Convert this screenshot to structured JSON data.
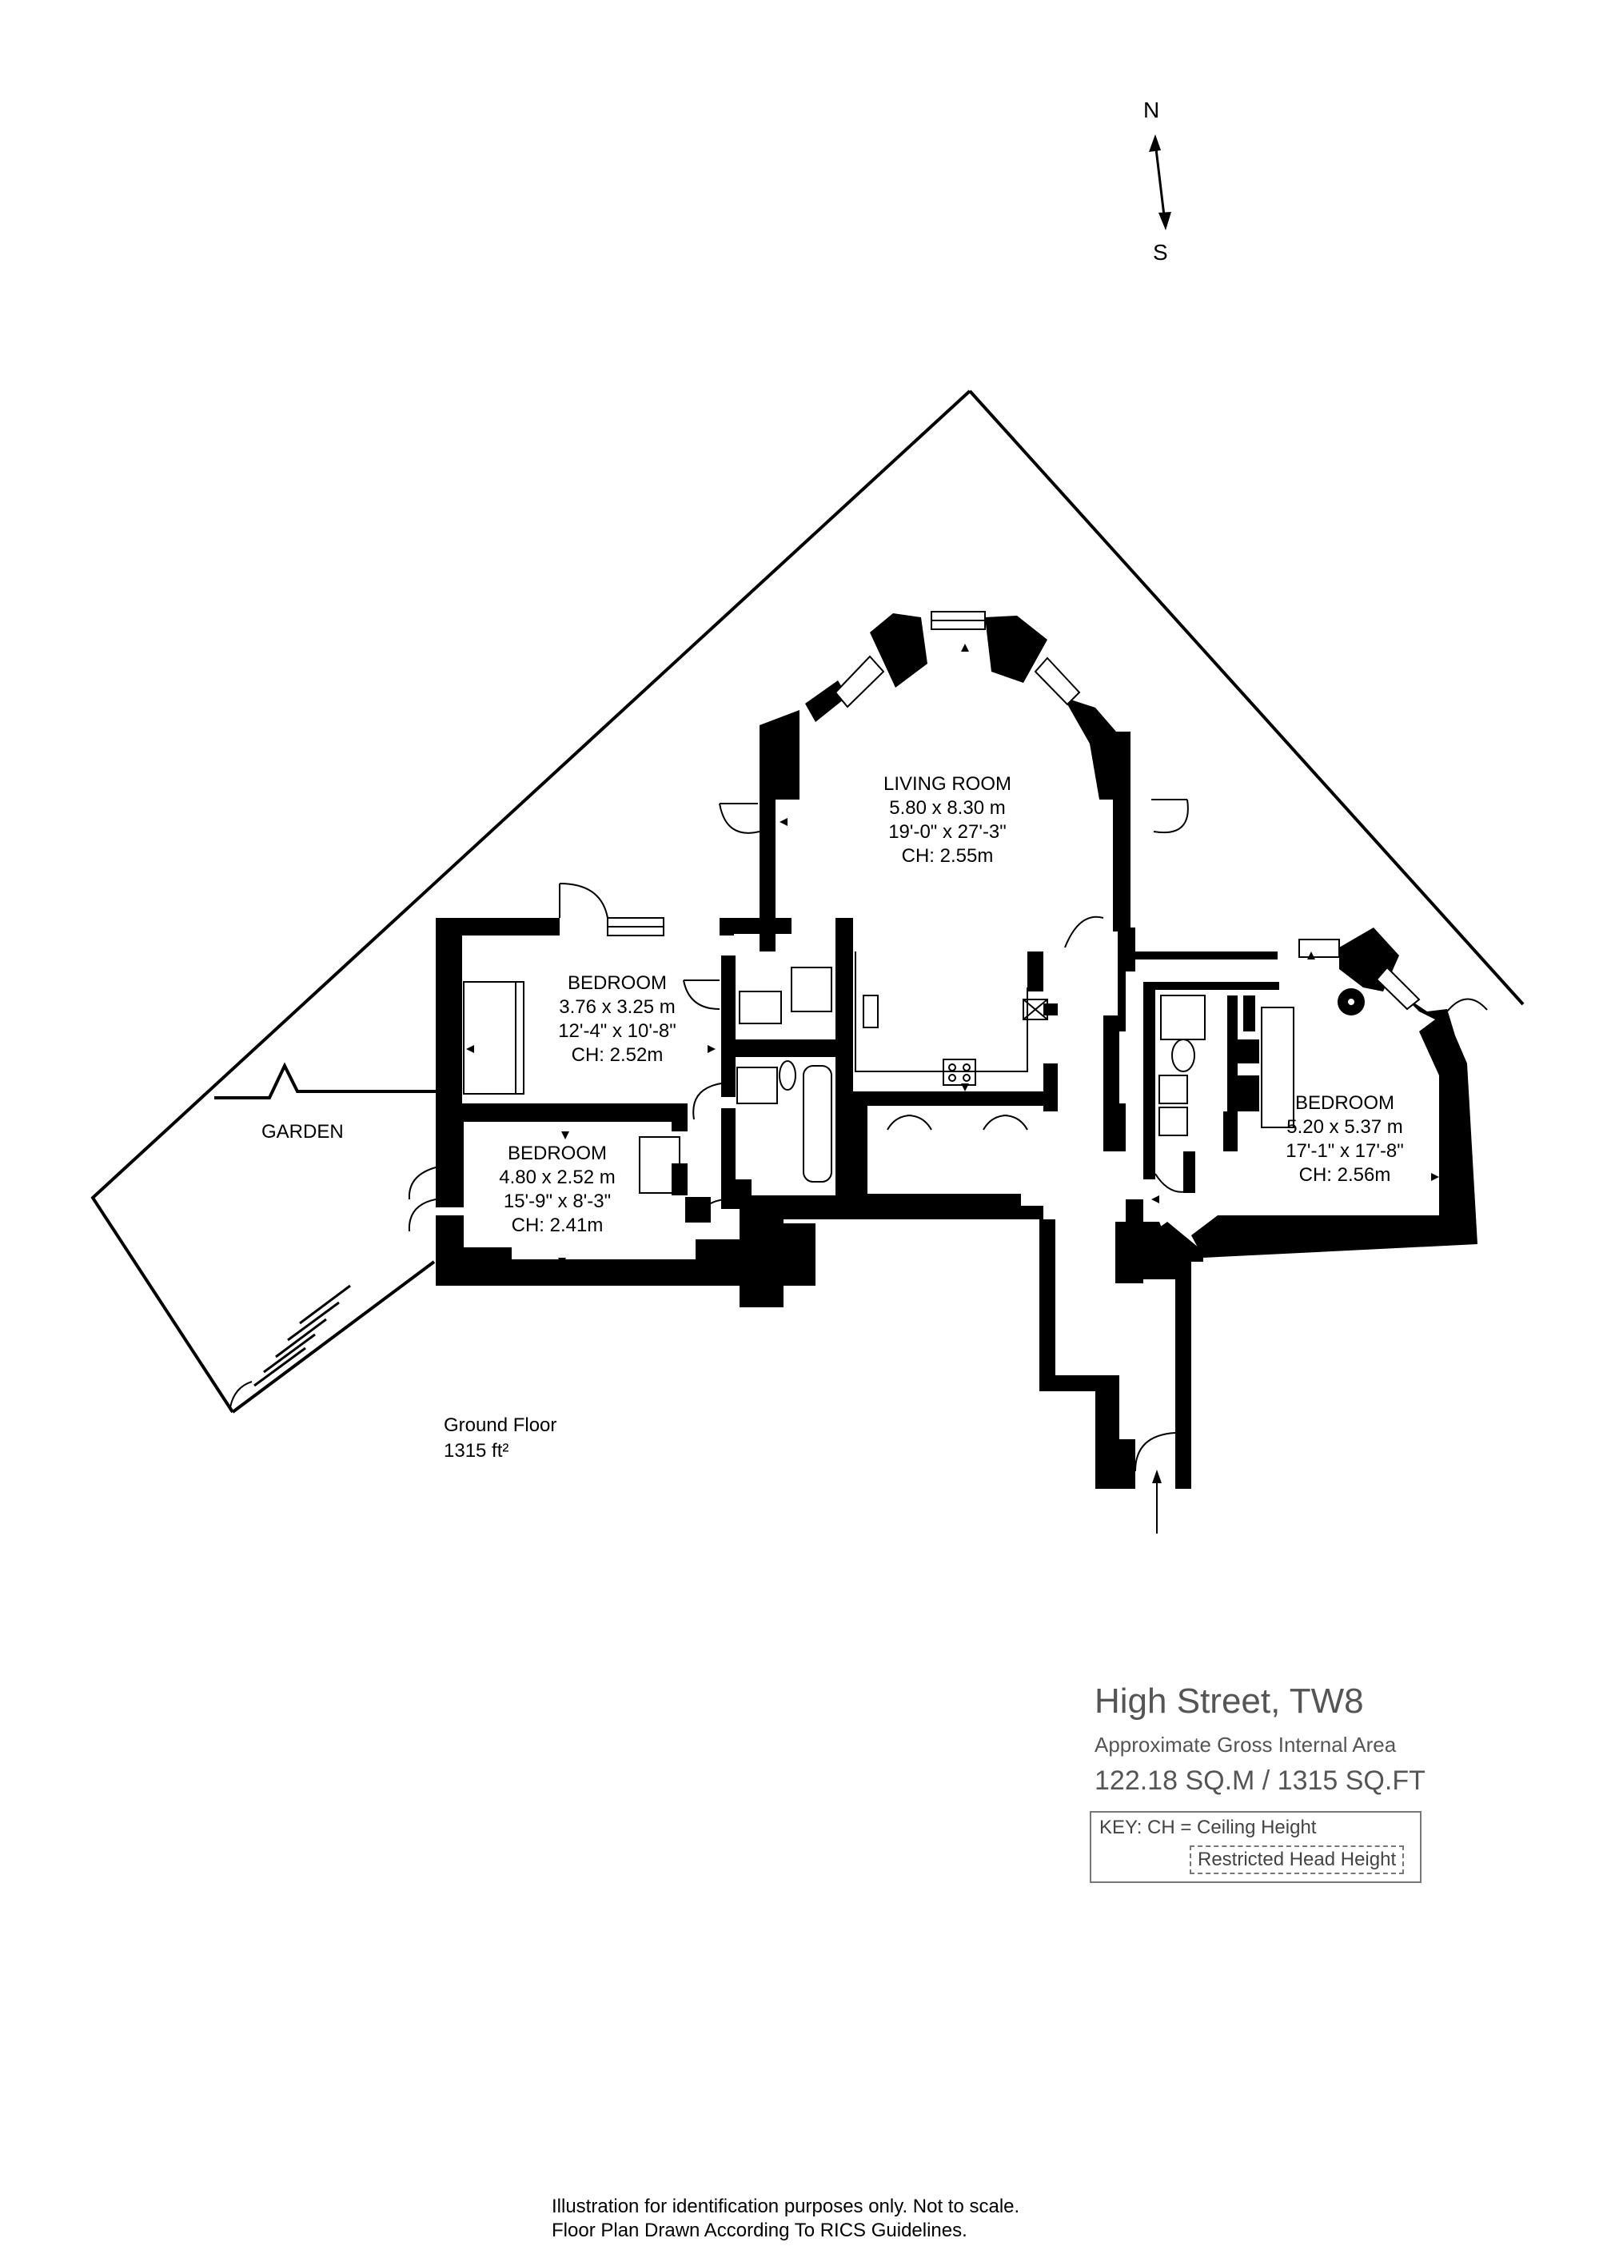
{
  "compass": {
    "north": "N",
    "south": "S"
  },
  "rooms": {
    "living": {
      "name": "LIVING ROOM",
      "metric": "5.80 x 8.30 m",
      "imperial": "19'-0\" x 27'-3\"",
      "ceiling": "CH: 2.55m"
    },
    "bedroom1": {
      "name": "BEDROOM",
      "metric": "3.76 x 3.25 m",
      "imperial": "12'-4\" x 10'-8\"",
      "ceiling": "CH: 2.52m"
    },
    "bedroom2": {
      "name": "BEDROOM",
      "metric": "4.80 x 2.52 m",
      "imperial": "15'-9\" x 8'-3\"",
      "ceiling": "CH: 2.41m"
    },
    "bedroom3": {
      "name": "BEDROOM",
      "metric": "5.20 x 5.37 m",
      "imperial": "17'-1\" x 17'-8\"",
      "ceiling": "CH: 2.56m"
    }
  },
  "garden": "GARDEN",
  "floor": {
    "name": "Ground Floor",
    "area": "1315 ft²"
  },
  "property": {
    "title": "High Street,  TW8",
    "subtitle": "Approximate Gross Internal Area",
    "area": "122.18 SQ.M / 1315 SQ.FT"
  },
  "key": {
    "line": "KEY: CH = Ceiling Height",
    "restricted": "Restricted Head Height"
  },
  "footer": {
    "line1": "Illustration for identification purposes only. Not to scale.",
    "line2": "Floor Plan Drawn According To RICS Guidelines."
  }
}
